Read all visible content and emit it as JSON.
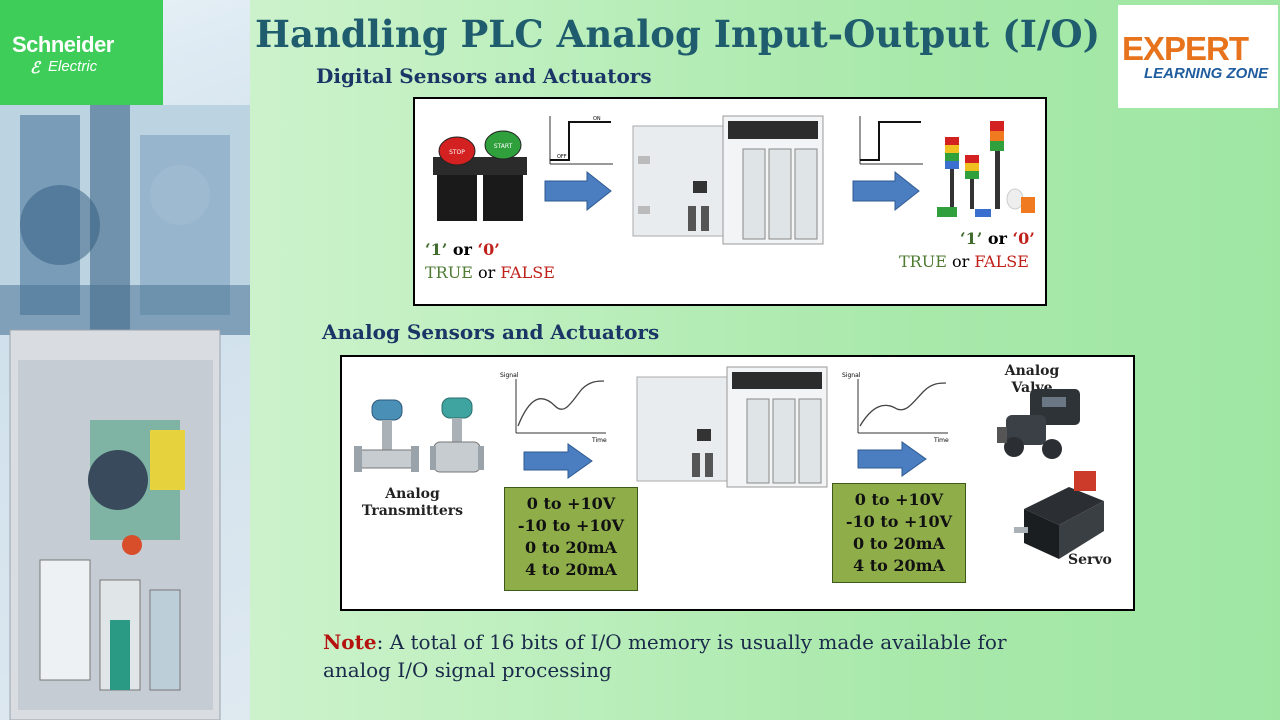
{
  "title": "Handling PLC Analog Input-Output (I/O)",
  "logos": {
    "schneider_name": "Schneider",
    "schneider_sub": "Electric",
    "expert_main": "EXPERT",
    "expert_sub": "LEARNING ZONE"
  },
  "digital": {
    "heading": "Digital Sensors and Actuators",
    "input_quote_1": "‘1’",
    "input_or_1": " or ",
    "input_quote_0": "‘0’",
    "input_true": "TRUE",
    "input_or_2": " or ",
    "input_false": "FALSE",
    "output_quote_1": "‘1’",
    "output_or_1": " or ",
    "output_quote_0": "‘0’",
    "output_true": "TRUE",
    "output_or_2": " or ",
    "output_false": "FALSE",
    "button_stop": "STOP",
    "button_start": "START",
    "signal_on": "ON",
    "signal_off": "OFF"
  },
  "analog": {
    "heading": "Analog Sensors and Actuators",
    "transmitters_line1": "Analog",
    "transmitters_line2": "Transmitters",
    "valve_line1": "Analog",
    "valve_line2": "Valve",
    "servo": "Servo",
    "graph_y": "Signal",
    "graph_x": "Time",
    "input_ranges": [
      "0  to +10V",
      "-10  to +10V",
      "0 to 20mA",
      "4 to 20mA"
    ],
    "output_ranges": [
      "0  to +10V",
      "-10  to +10V",
      "0 to 20mA",
      "4 to 20mA"
    ]
  },
  "note": {
    "label": "Note",
    "text_line1": ": A total of 16 bits of I/O memory  is usually made available for",
    "text_line2": "analog I/O signal processing"
  },
  "colors": {
    "title": "#1f5d6e",
    "heading": "#1a3566",
    "arrow": "#4a7ec0",
    "green_box": "#8fae4a",
    "schneider_green": "#3dcd58",
    "expert_orange": "#e8731d"
  }
}
